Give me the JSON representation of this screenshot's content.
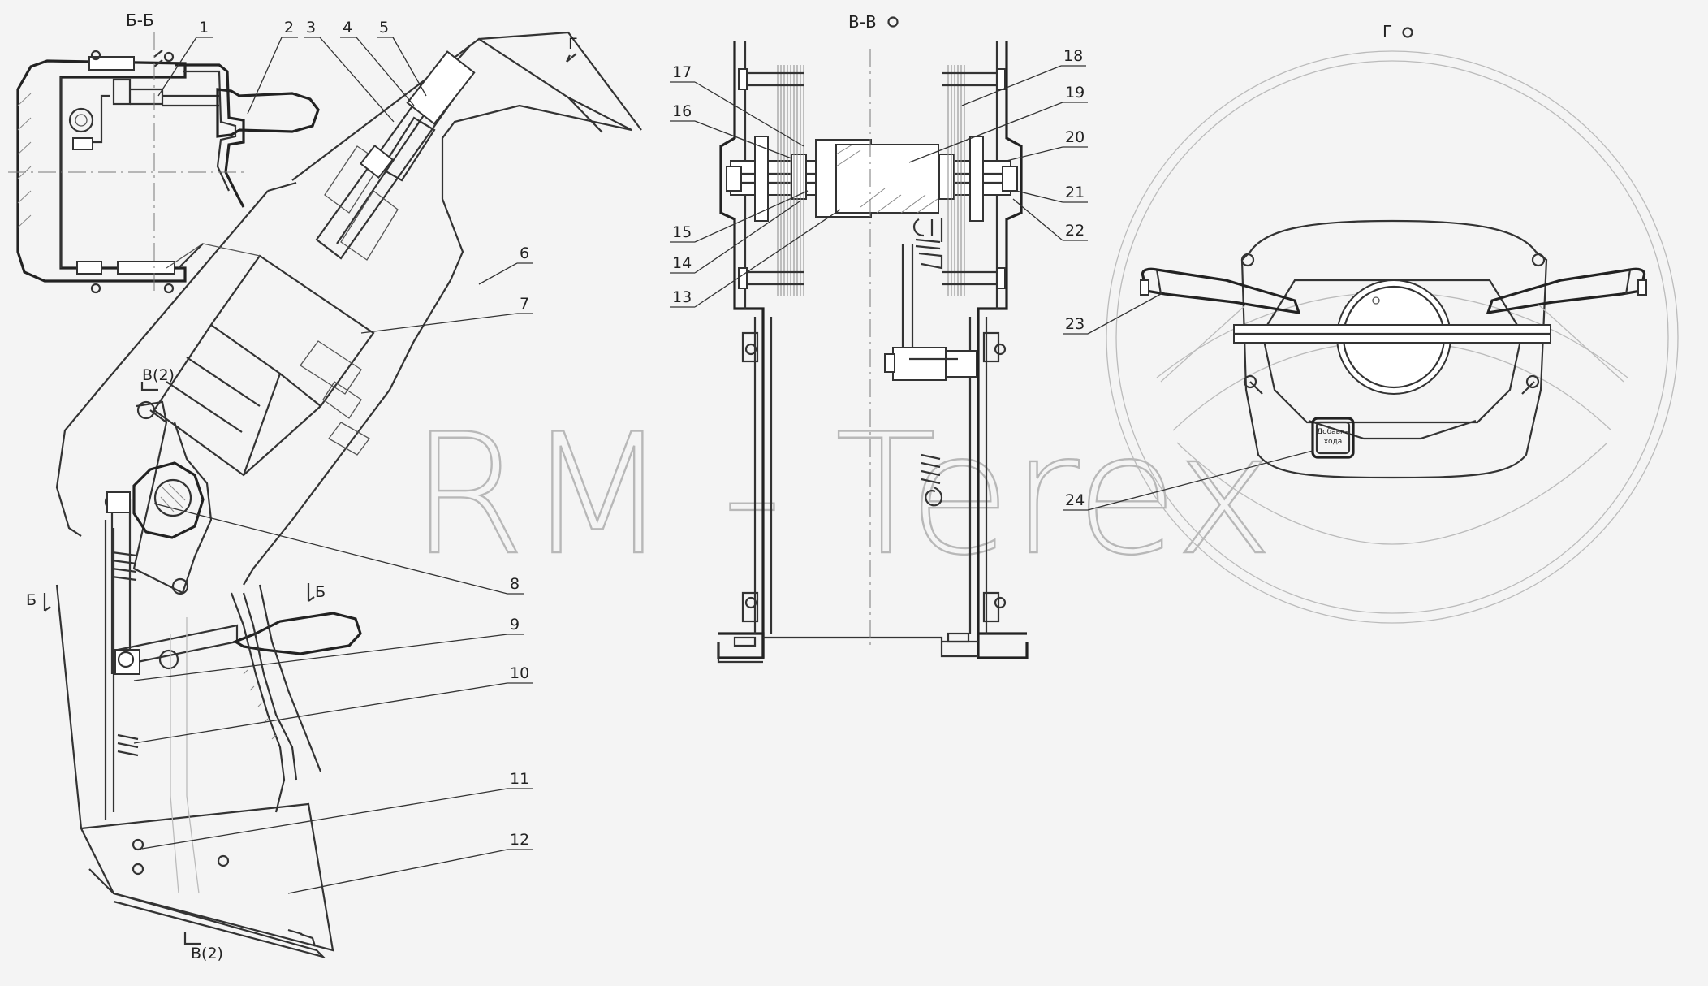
{
  "drawing": {
    "sections": {
      "bb": "Б-Б",
      "vv": "В-В",
      "g": "Г"
    },
    "section_marks": {
      "b_left": "Б",
      "b_right": "Б",
      "v2_top": "В(2)",
      "v2_bottom": "В(2)",
      "g_arrow": "Г"
    },
    "watermark": "RM - Terex",
    "panel_button_lines": [
      "Добавка",
      "хода"
    ],
    "callouts": [
      "1",
      "2",
      "3",
      "4",
      "5",
      "6",
      "7",
      "8",
      "9",
      "10",
      "11",
      "12",
      "13",
      "14",
      "15",
      "16",
      "17",
      "18",
      "19",
      "20",
      "21",
      "22",
      "23",
      "24"
    ]
  }
}
